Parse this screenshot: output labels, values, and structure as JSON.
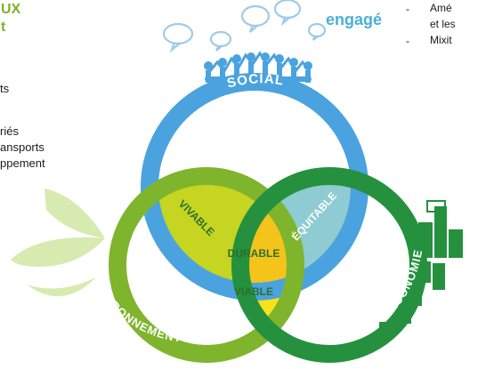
{
  "left_text": {
    "heading_line1": "UX",
    "heading_line2": "t",
    "line1": "ts",
    "line2": "riés",
    "line3": "ansports",
    "line4": "ppement"
  },
  "top_center": {
    "engage": "engagé"
  },
  "right_text": {
    "bullet1_line1": "Amé",
    "bullet1_line2": "et les",
    "bullet2": "Mixit"
  },
  "diagram": {
    "circles": {
      "social": "SOCIAL",
      "environnement": "ENVIRONNEMENT",
      "economie": "ÉCONOMIE"
    },
    "intersections": {
      "vivable": "VIVABLE",
      "equitable": "ÉQUITABLE",
      "viable": "VIABLE",
      "durable": "DURABLE"
    },
    "colors": {
      "social": "#4aa3df",
      "environnement": "#7fb42d",
      "economie": "#25913e",
      "vivable": "#c5d521",
      "equitable": "#8ecbd2",
      "viable": "#f5e41b",
      "durable": "#f4c41a"
    }
  }
}
